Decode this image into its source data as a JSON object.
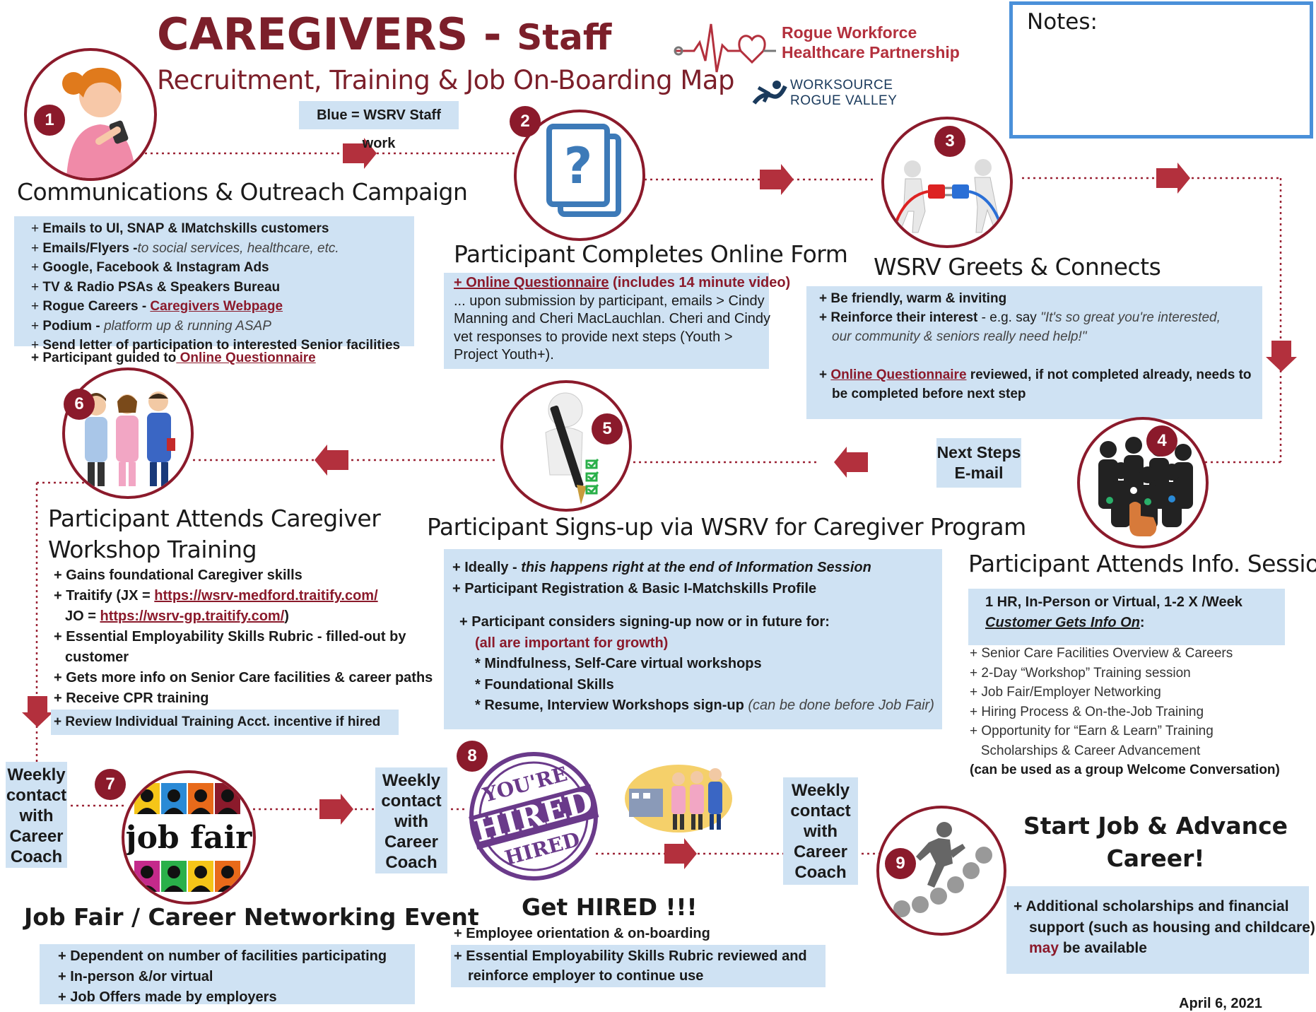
{
  "header": {
    "title_main": "CAREGIVERS",
    "title_dash": " - ",
    "title_staff": "Staff",
    "subtitle": "Recruitment, Training & Job On-Boarding Map",
    "legend": "Blue = WSRV Staff work",
    "rwhp_line1": "Rogue Workforce",
    "rwhp_line2": "Healthcare Partnership",
    "wsrv_line1": "WORKSOURCE",
    "wsrv_line2": "ROGUE VALLEY",
    "notes_label": "Notes:"
  },
  "step1": {
    "badge": "1",
    "heading": "Communications & Outreach Campaign",
    "items": [
      {
        "plus": "+ ",
        "bold": "Emails to UI, SNAP & IMatchskills customers"
      },
      {
        "plus": "+ ",
        "bold": "Emails/Flyers -",
        "ital": "to social services, healthcare, etc."
      },
      {
        "plus": "+ ",
        "bold": "Google, Facebook & Instagram Ads"
      },
      {
        "plus": "+ ",
        "bold": "TV & Radio PSAs & Speakers Bureau"
      },
      {
        "plus": "+ ",
        "bold": "Rogue Careers - ",
        "link": "Caregivers Webpage"
      },
      {
        "plus": "+ ",
        "bold": "Podium  - ",
        "ital": "platform up & running ASAP"
      },
      {
        "plus": "+ ",
        "bold": "Send letter of participation to interested Senior facilities"
      }
    ],
    "extra_bold": "+ Participant guided to",
    "extra_link": " Online Questionnaire"
  },
  "step2": {
    "badge": "2",
    "icon_glyph": "?",
    "heading": "Participant Completes Online Form",
    "link": "+ Online Questionnaire",
    "link_after": " (includes 14 minute video)",
    "lines": [
      "... upon submission by participant, emails > Cindy",
      "Manning and Cheri MacLauchlan.  Cheri and Cindy",
      "vet responses to provide next steps (Youth >",
      "Project Youth+)."
    ]
  },
  "step3": {
    "badge": "3",
    "heading": "WSRV Greets & Connects",
    "l1": "+ Be friendly, warm & inviting",
    "l2_bold": "+ Reinforce their interest",
    "l2_rest": " - e.g. say ",
    "l2_ital": "\"It's so great you're    interested,",
    "l3_ital": "our community & seniors really need help!\"",
    "l4_plus": "+ ",
    "l4_link": "Online Questionnaire",
    "l4_rest": " reviewed, if not completed already, needs to",
    "l5": "be completed before next step"
  },
  "step4": {
    "badge": "4",
    "heading": "Participant Attends Info. Session",
    "next_steps": "Next Steps",
    "email": "E-mail",
    "box_l1": "1 HR, In-Person or Virtual, 1-2 X /Week",
    "box_l2": "Customer Gets Info On",
    "box_l2_colon": ":",
    "items": [
      "+ Senior Care Facilities Overview & Careers",
      "+ 2-Day “Workshop” Training session",
      "+ Job Fair/Employer Networking",
      "+ Hiring Process & On-the-Job Training",
      "+ Opportunity for “Earn & Learn” Training",
      "   Scholarships & Career Advancement"
    ],
    "note": "(can be used as a group Welcome Conversation)"
  },
  "step5": {
    "badge": "5",
    "heading": "Participant Signs-up via WSRV for Caregiver Program",
    "l1_bold": "+ Ideally - ",
    "l1_ital": "this happens right at the end of Information Session",
    "l2": "+ Participant Registration & Basic I-Matchskills Profile",
    "l3": "+ Participant considers signing-up now or in future for:",
    "l4": "(all are important for growth)",
    "l5": "* Mindfulness, Self-Care virtual workshops",
    "l6": "* Foundational Skills",
    "l7": "*  Resume, Interview Workshops sign-up",
    "l7_ital": "(can be done before Job Fair)"
  },
  "step6": {
    "badge": "6",
    "heading_l1": "Participant Attends Caregiver",
    "heading_l2": "Workshop Training",
    "l1": "+ Gains foundational Caregiver skills",
    "l2_pre": "+ Traitify (JX = ",
    "l2_link": "https://wsrv-medford.traitify.com/",
    "l3_pre": "JO = ",
    "l3_link": "https://wsrv-gp.traitify.com/",
    "l3_post": ")",
    "l4": "+ Essential Employability Skills Rubric - filled-out by",
    "l5": "customer",
    "l6": "+ Gets more info on Senior Care facilities & career paths",
    "l7": "+ Receive CPR training",
    "l8": "+ Review Individual Training Acct. incentive if hired"
  },
  "step7": {
    "badge": "7",
    "job_fair": "job fair",
    "heading": "Job Fair / Career Networking Event",
    "items": [
      "+ Dependent on number of facilities participating",
      "+ In-person &/or virtual",
      "+ Job Offers made by employers"
    ]
  },
  "step8": {
    "badge": "8",
    "stamp_top": "YOU'RE",
    "stamp_mid": "HIRED",
    "stamp_bot": "HIRED",
    "heading": "Get HIRED !!!",
    "l1": "+ Employee orientation & on-boarding",
    "l2": "+ Essential Employability Skills Rubric reviewed and",
    "l3": "reinforce employer to continue use"
  },
  "step9": {
    "badge": "9",
    "heading_l1": "Start Job & Advance",
    "heading_l2": "Career!",
    "l1": "+ Additional scholarships and financial",
    "l2": "support (such as housing and childcare)",
    "l3_may": "may",
    "l3_rest": " be available"
  },
  "coach": {
    "l1": "Weekly",
    "l2": "contact",
    "l3": "with",
    "l4": "Career",
    "l5": "Coach"
  },
  "footer_date": "April 6, 2021",
  "colors": {
    "maroon": "#8b1a2b",
    "light_blue": "#cfe2f3",
    "frame_blue": "#4a90d9"
  }
}
